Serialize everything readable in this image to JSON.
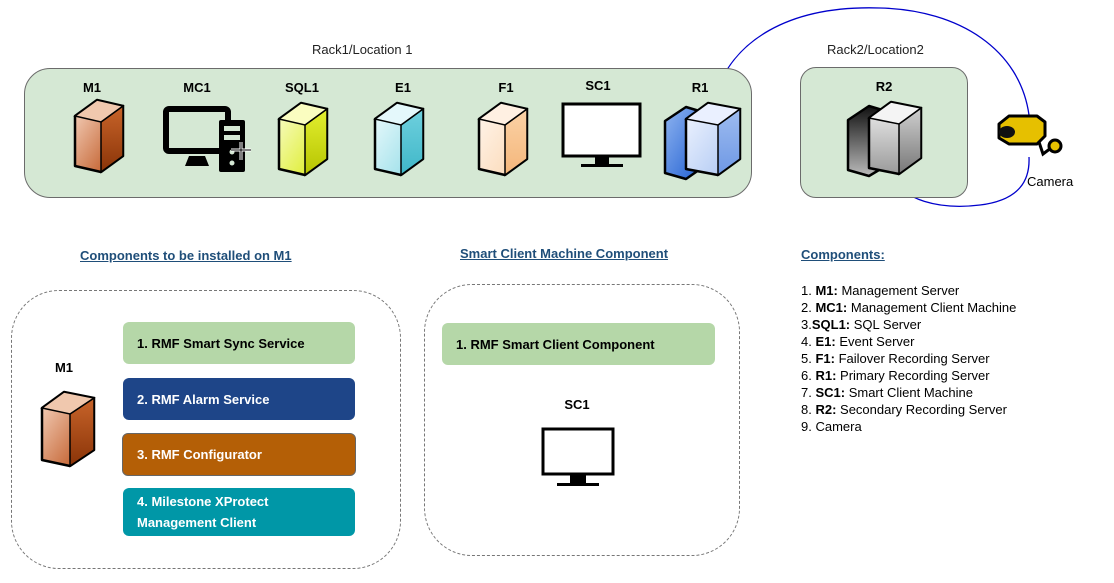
{
  "rack1": {
    "title": "Rack1/Location 1",
    "devices": [
      {
        "id": "M1",
        "icon": "server-icon",
        "color": "#b8480f"
      },
      {
        "id": "MC1",
        "icon": "desktop-computer-icon"
      },
      {
        "id": "SQL1",
        "icon": "server-icon",
        "color": "#c8dc00"
      },
      {
        "id": "E1",
        "icon": "server-icon",
        "color": "#4cc3d6"
      },
      {
        "id": "F1",
        "icon": "server-icon",
        "color": "#f6c08c"
      },
      {
        "id": "SC1",
        "icon": "monitor-icon"
      },
      {
        "id": "R1",
        "icon": "dual-server-icon",
        "color": "#2a6fd6"
      }
    ]
  },
  "rack2": {
    "title": "Rack2/Location2",
    "devices": [
      {
        "id": "R2",
        "icon": "dual-server-icon",
        "color": "#444444"
      }
    ]
  },
  "camera": {
    "label": "Camera",
    "color": "#e6c000"
  },
  "connection_color": "#0000cc",
  "m1_section": {
    "title": "Components to be installed on M1",
    "device_label": "M1",
    "components": [
      {
        "line1": "1. RMF Smart Sync Service",
        "line2": "",
        "bg": "#b5d7a8",
        "fg": "#000000"
      },
      {
        "line1": "2. RMF Alarm Service",
        "line2": "",
        "bg": "#1e4588",
        "fg": "#ffffff"
      },
      {
        "line1": "3.  RMF Configurator",
        "line2": "",
        "bg": "#b45f06",
        "fg": "#ffffff"
      },
      {
        "line1": "4. Milestone XProtect",
        "line2": "Management Client",
        "bg": "#0097a7",
        "fg": "#ffffff"
      }
    ]
  },
  "sc_section": {
    "title": "Smart Client Machine Component",
    "device_label": "SC1",
    "components": [
      {
        "line1": "1. RMF Smart Client Component",
        "bg": "#b5d7a8",
        "fg": "#000000"
      }
    ]
  },
  "legend": {
    "title": "Components:",
    "items": [
      {
        "num": "1. ",
        "key": "M1:",
        "desc": " Management Server"
      },
      {
        "num": "2. ",
        "key": "MC1:",
        "desc": " Management Client Machine"
      },
      {
        "num": "3.",
        "key": "SQL1:",
        "desc": " SQL Server"
      },
      {
        "num": "4. ",
        "key": "E1:",
        "desc": " Event Server"
      },
      {
        "num": "5. ",
        "key": "F1:",
        "desc": " Failover Recording Server"
      },
      {
        "num": "6. ",
        "key": "R1:",
        "desc": " Primary Recording Server"
      },
      {
        "num": "7. ",
        "key": "SC1:",
        "desc": " Smart Client Machine"
      },
      {
        "num": "8. ",
        "key": "R2:",
        "desc": " Secondary Recording Server"
      },
      {
        "num": "9. ",
        "key": "",
        "desc": "Camera"
      }
    ]
  }
}
